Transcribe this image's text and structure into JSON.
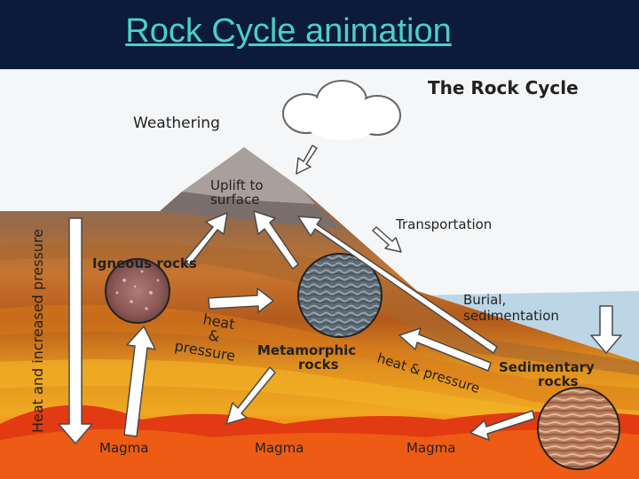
{
  "slide": {
    "title": "Rock Cycle animation"
  },
  "diagram": {
    "title": "The Rock Cycle",
    "labels": {
      "weathering": "Weathering",
      "uplift_line1": "Uplift to",
      "uplift_line2": "surface",
      "transportation": "Transportation",
      "igneous": "Igneous rocks",
      "heat1": "heat",
      "amp": "&",
      "pressure1": "pressure",
      "metamorphic_line1": "Metamorphic",
      "metamorphic_line2": "rocks",
      "heat_pressure2": "heat & pressure",
      "burial_line1": "Burial,",
      "burial_line2": "sedimentation",
      "sedimentary_line1": "Sedimentary",
      "sedimentary_line2": "rocks",
      "magma_left": "Magma",
      "magma_mid": "Magma",
      "magma_right": "Magma",
      "side_axis": "Heat and increased pressure"
    },
    "colors": {
      "sky": "#f4f6f8",
      "sea": "#bcd6e6",
      "magma": "#e23a12",
      "arrow_fill": "#ffffff",
      "arrow_stroke": "#4a4a4a"
    }
  }
}
